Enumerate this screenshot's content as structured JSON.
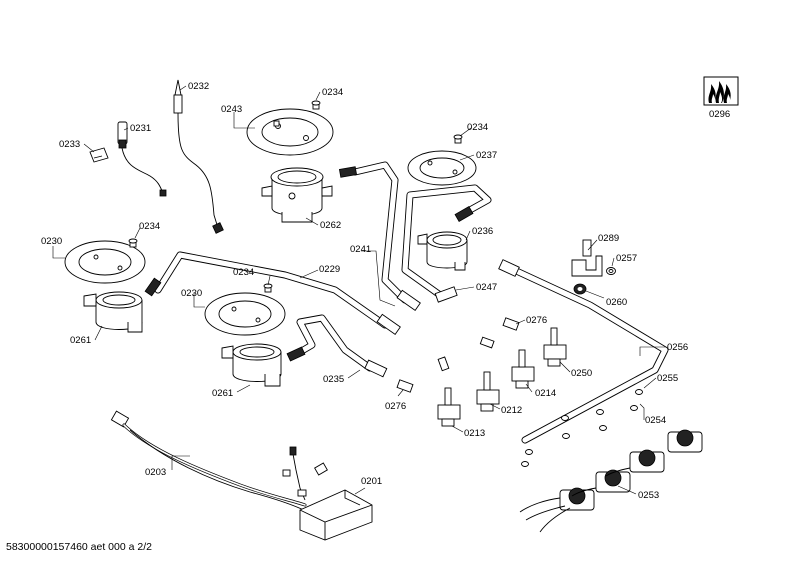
{
  "diagram": {
    "footer_text": "58300000157460 aet 000 a 2/2",
    "labels": [
      {
        "id": "0232",
        "text": "0232"
      },
      {
        "id": "0234a",
        "text": "0234"
      },
      {
        "id": "0243",
        "text": "0243"
      },
      {
        "id": "0231",
        "text": "0231"
      },
      {
        "id": "0233",
        "text": "0233"
      },
      {
        "id": "0234b",
        "text": "0234"
      },
      {
        "id": "0237",
        "text": "0237"
      },
      {
        "id": "0262",
        "text": "0262"
      },
      {
        "id": "0230a",
        "text": "0230"
      },
      {
        "id": "0234c",
        "text": "0234"
      },
      {
        "id": "0241",
        "text": "0241"
      },
      {
        "id": "0236",
        "text": "0236"
      },
      {
        "id": "0289",
        "text": "0289"
      },
      {
        "id": "0257",
        "text": "0257"
      },
      {
        "id": "0229",
        "text": "0229"
      },
      {
        "id": "0234d",
        "text": "0234"
      },
      {
        "id": "0247",
        "text": "0247"
      },
      {
        "id": "0260",
        "text": "0260"
      },
      {
        "id": "0230b",
        "text": "0230"
      },
      {
        "id": "0276a",
        "text": "0276"
      },
      {
        "id": "0261a",
        "text": "0261"
      },
      {
        "id": "0256",
        "text": "0256"
      },
      {
        "id": "0250",
        "text": "0250"
      },
      {
        "id": "0235",
        "text": "0235"
      },
      {
        "id": "0255",
        "text": "0255"
      },
      {
        "id": "0214",
        "text": "0214"
      },
      {
        "id": "0276b",
        "text": "0276"
      },
      {
        "id": "0261b",
        "text": "0261"
      },
      {
        "id": "0212",
        "text": "0212"
      },
      {
        "id": "0254",
        "text": "0254"
      },
      {
        "id": "0213",
        "text": "0213"
      },
      {
        "id": "0203",
        "text": "0203"
      },
      {
        "id": "0201",
        "text": "0201"
      },
      {
        "id": "0253",
        "text": "0253"
      },
      {
        "id": "0296",
        "text": "0296"
      }
    ]
  }
}
